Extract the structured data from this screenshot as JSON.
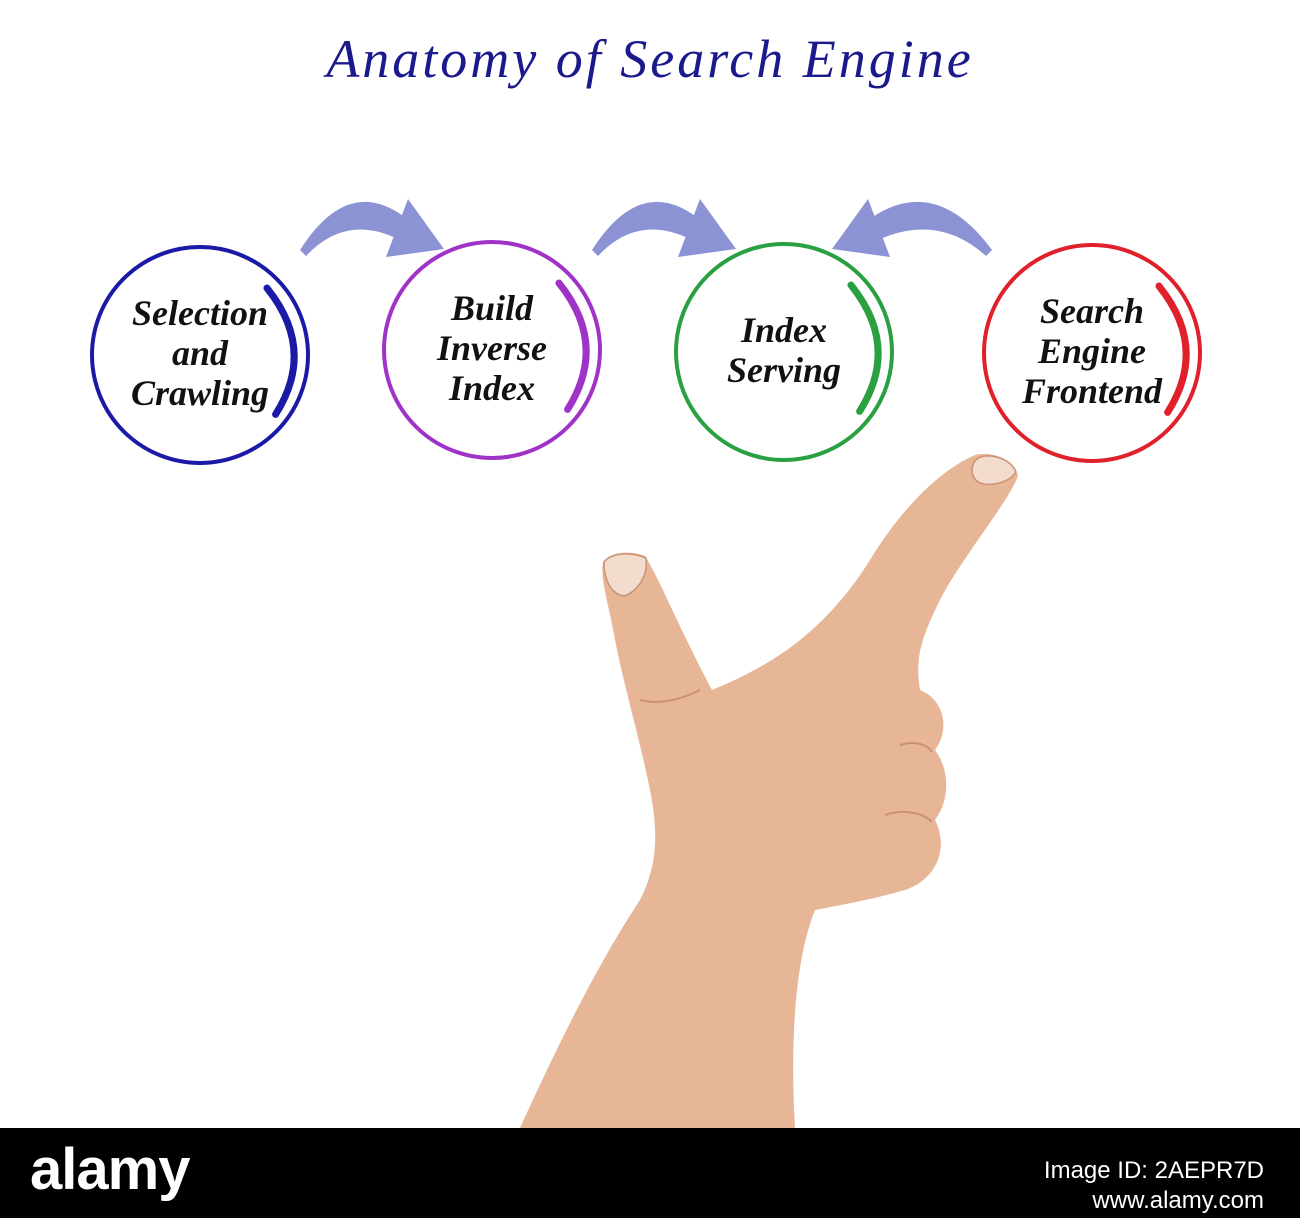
{
  "title": {
    "text": "Anatomy of Search Engine",
    "color": "#1a1a8c"
  },
  "nodes": [
    {
      "lines": [
        "Selection",
        "and",
        "Crawling"
      ],
      "color": "#1a1aa6"
    },
    {
      "lines": [
        "Build",
        "Inverse",
        "Index"
      ],
      "color": "#a033c7"
    },
    {
      "lines": [
        "Index",
        "Serving"
      ],
      "color": "#2aa040"
    },
    {
      "lines": [
        "Search",
        "Engine",
        "Frontend"
      ],
      "color": "#e0202a"
    }
  ],
  "arrows": [
    {
      "from": 0,
      "to": 1
    },
    {
      "from": 1,
      "to": 2
    },
    {
      "from": 3,
      "to": 2
    }
  ],
  "arrow_color": "#8b93d4",
  "hand": {
    "skin_color": "#e6b697",
    "shadow_color": "#c99274"
  },
  "footer": {
    "brand": "alamy",
    "lines": [
      "Image ID: 2AEPR7D",
      "www.alamy.com"
    ]
  }
}
